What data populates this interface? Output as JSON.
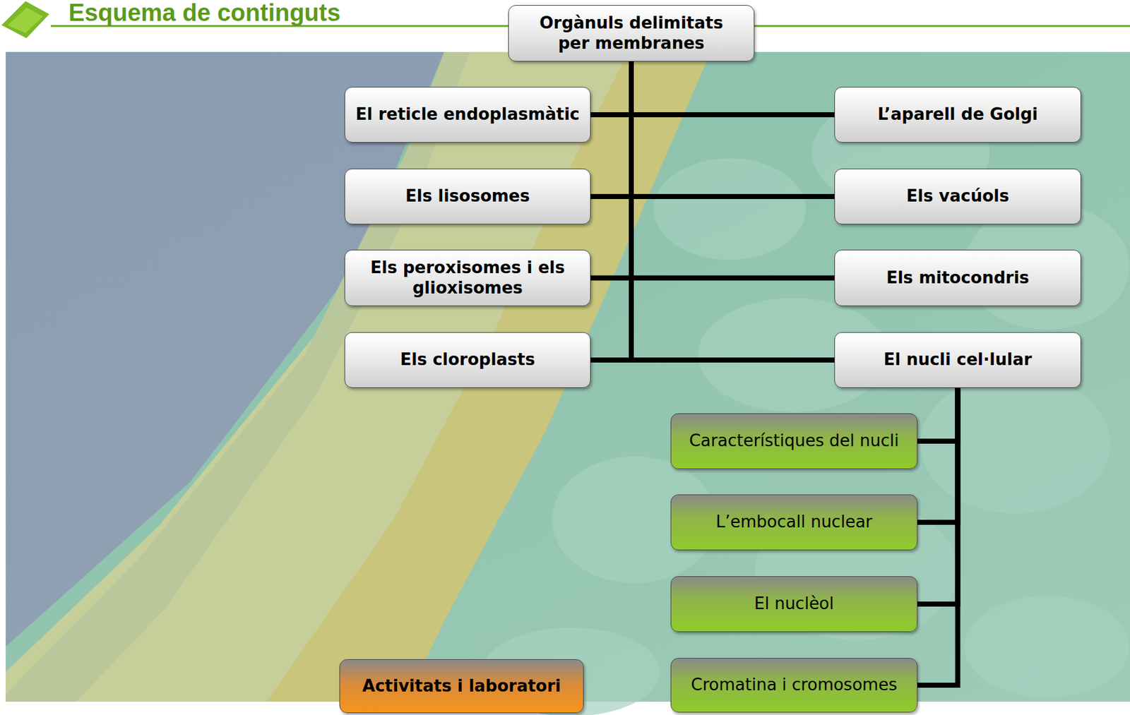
{
  "diagram": {
    "title": "Esquema de continguts",
    "nodes": [
      {
        "text": [
          "Orgànuls delimitats per membranes"
        ]
      },
      {
        "text": [
          "El reticle endoplasmàtic"
        ]
      },
      {
        "text": [
          "L’aparell de Golgi"
        ]
      },
      {
        "text": [
          "Els lisosomes"
        ]
      },
      {
        "text": [
          "Els vacúols"
        ]
      },
      {
        "text": [
          "Els peroxisomes i els glioxisomes"
        ]
      },
      {
        "text": [
          "Els mitocondris"
        ]
      },
      {
        "text": [
          "Els cloroplasts"
        ]
      },
      {
        "text": [
          "El nucli cel·lular"
        ]
      },
      {
        "text": [
          "Característiques del nucli"
        ]
      },
      {
        "text": [
          "L’embocall nuclear"
        ]
      },
      {
        "text": [
          "El nuclèol"
        ]
      },
      {
        "text": [
          "Activitats i laboratori"
        ]
      },
      {
        "text": [
          "Cromatina i cromosomes"
        ]
      }
    ],
    "edges": [
      {
        "from": 0,
        "to": 1,
        "arrow": "none"
      },
      {
        "from": 0,
        "to": 2,
        "arrow": "none"
      },
      {
        "from": 0,
        "to": 3,
        "arrow": "none"
      },
      {
        "from": 0,
        "to": 4,
        "arrow": "none"
      },
      {
        "from": 0,
        "to": 5,
        "arrow": "none"
      },
      {
        "from": 0,
        "to": 6,
        "arrow": "none"
      },
      {
        "from": 0,
        "to": 7,
        "arrow": "none"
      },
      {
        "from": 0,
        "to": 8,
        "arrow": "none"
      },
      {
        "from": 8,
        "to": 9,
        "arrow": "none"
      },
      {
        "from": 8,
        "to": 10,
        "arrow": "none"
      },
      {
        "from": 8,
        "to": 11,
        "arrow": "none"
      },
      {
        "from": 8,
        "to": 13,
        "arrow": "none"
      }
    ]
  }
}
